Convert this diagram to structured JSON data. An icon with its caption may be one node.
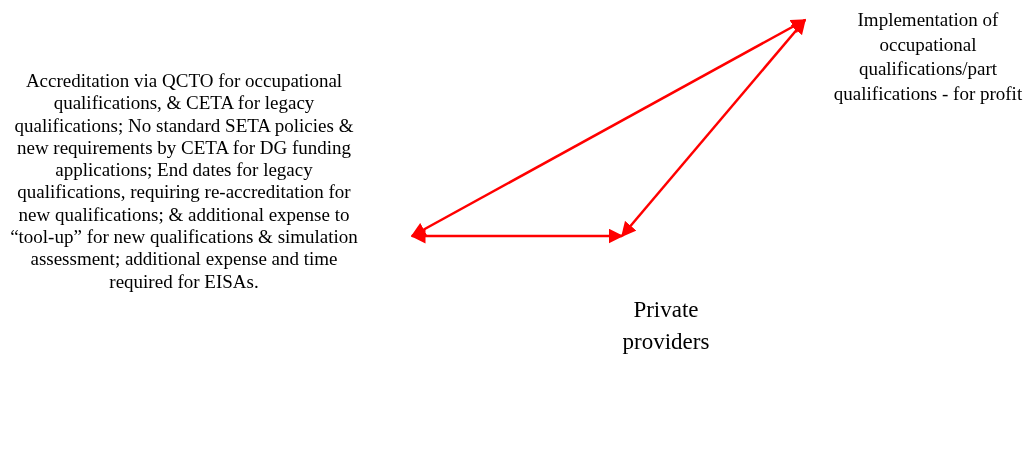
{
  "diagram": {
    "nodes": [
      {
        "text": [
          "Accreditation via QCTO for occupational qualifications, & CETA for legacy qualifications; No standard SETA policies & new requirements by CETA for DG funding applications; End dates for legacy qualifications, requiring re-accreditation for new qualifications; & additional expense to “tool-up” for new qualifications & simulation assessment; additional expense and time required for EISAs."
        ]
      },
      {
        "text": [
          "Private providers"
        ]
      },
      {
        "text": [
          "Implementation of occupational qualifications/part qualifications - for profit"
        ]
      }
    ],
    "edges": [
      {
        "from": 0,
        "to": 2,
        "arrow": "both"
      },
      {
        "from": 0,
        "to": 1,
        "arrow": "both"
      },
      {
        "from": 2,
        "to": 1,
        "arrow": "both"
      }
    ]
  }
}
